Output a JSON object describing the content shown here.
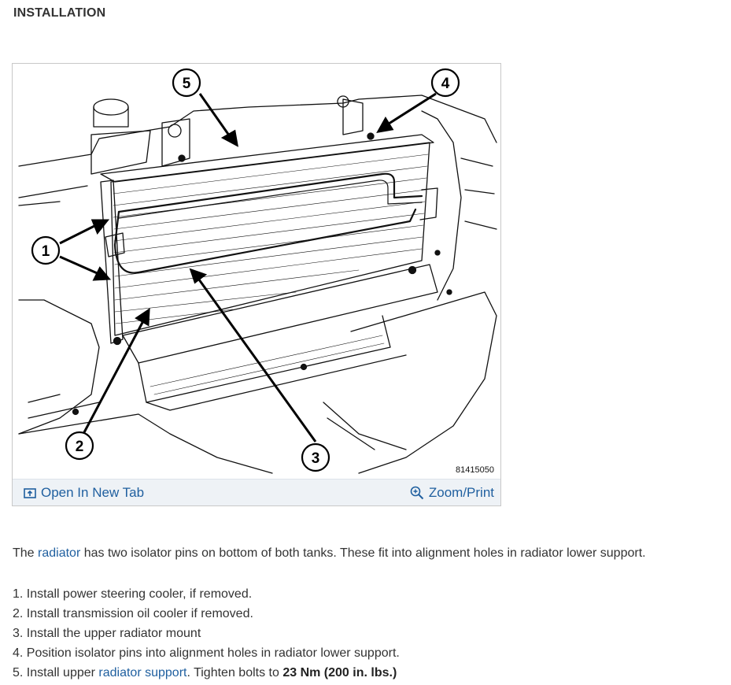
{
  "heading": "INSTALLATION",
  "figure": {
    "callouts": [
      "1",
      "2",
      "3",
      "4",
      "5"
    ],
    "figure_id": "81415050",
    "open_tab_label": "Open In New Tab",
    "zoom_label": "Zoom/Print",
    "open_tab_icon": "open-new-tab-icon",
    "zoom_icon": "magnifier-zoom-icon"
  },
  "intro": {
    "before": "The ",
    "link": "radiator",
    "after": " has two isolator pins on bottom of both tanks. These fit into alignment holes in radiator lower support."
  },
  "steps": [
    {
      "num": "1.",
      "text": "Install power steering cooler, if removed."
    },
    {
      "num": "2.",
      "text": "Install transmission oil cooler if removed."
    },
    {
      "num": "3.",
      "text": "Install the upper radiator mount"
    },
    {
      "num": "4.",
      "text": "Position isolator pins into alignment holes in radiator lower support."
    },
    {
      "num": "5.",
      "text_before": "Install upper ",
      "link": "radiator support",
      "text_mid": ". Tighten bolts to ",
      "bold": "23 Nm (200 in. lbs.)"
    }
  ],
  "colors": {
    "link": "#1f5f9f",
    "text": "#333333",
    "bar": "#eef2f6"
  }
}
